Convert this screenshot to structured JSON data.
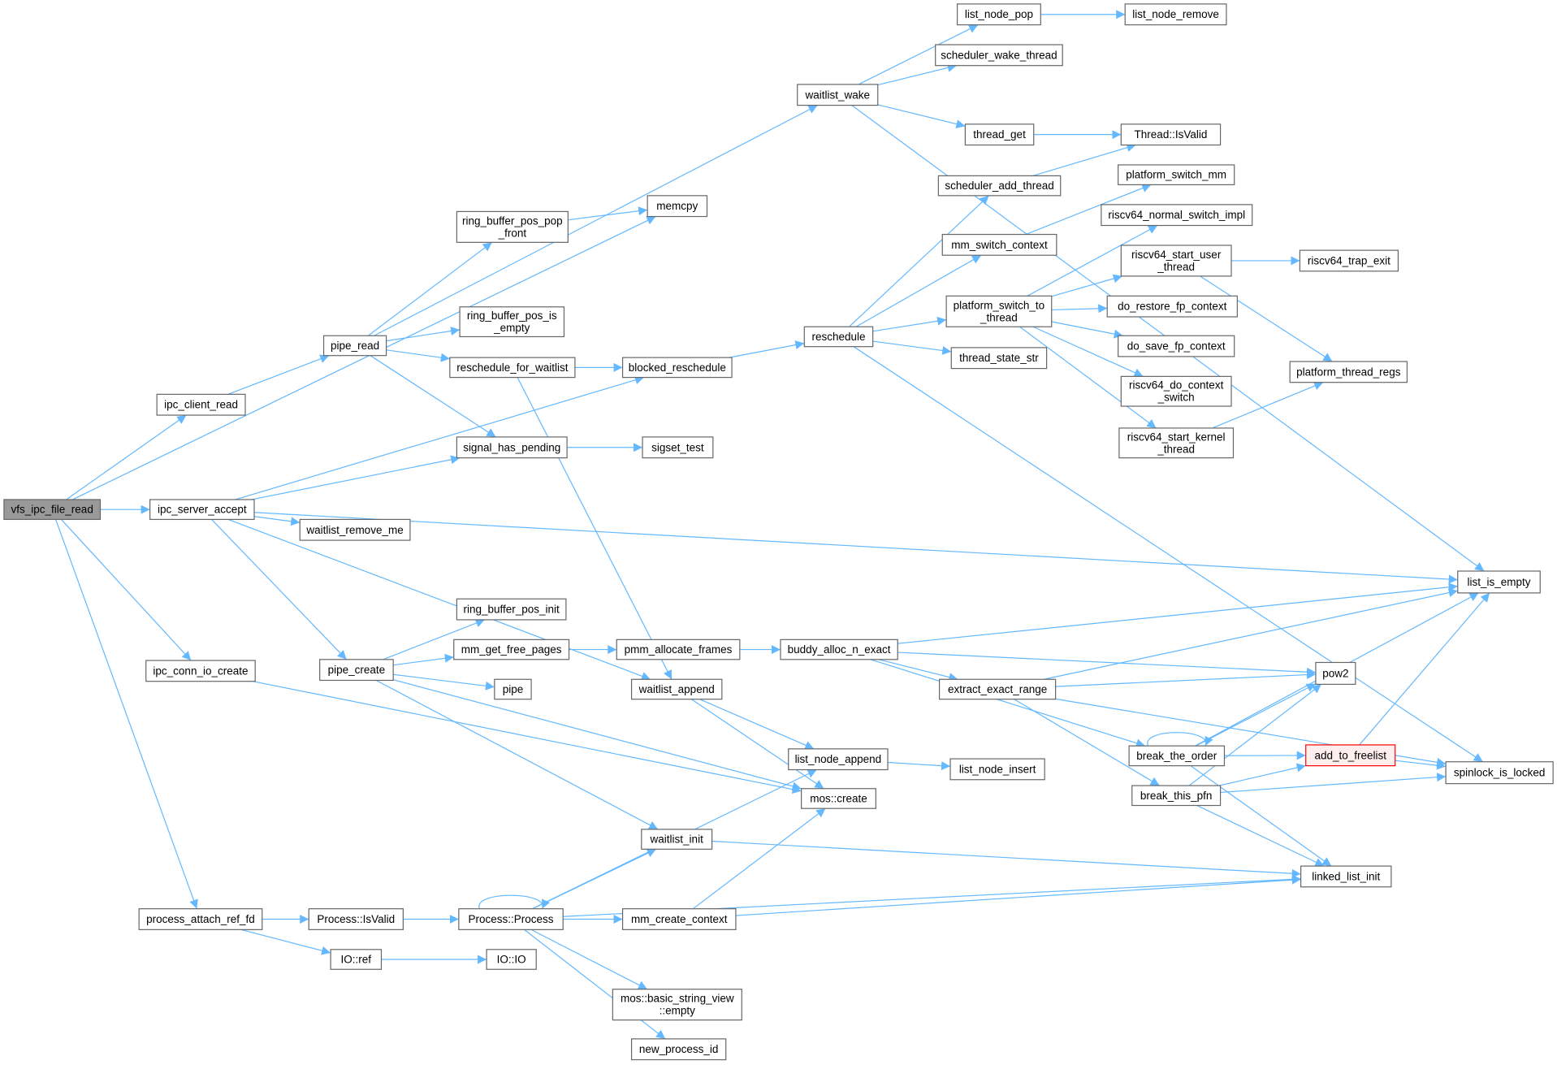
{
  "graph": {
    "title": "vfs_ipc_file_read call graph",
    "colors": {
      "edge": "#63b8ff",
      "root_fill": "#999999",
      "highlight_border": "#ff0000",
      "highlight_fill": "#ffeeee"
    },
    "nodes": [
      {
        "id": "vfs_ipc_file_read",
        "lines": [
          "vfs_ipc_file_read"
        ],
        "style": "root"
      },
      {
        "id": "ipc_client_read",
        "lines": [
          "ipc_client_read"
        ]
      },
      {
        "id": "ipc_server_accept",
        "lines": [
          "ipc_server_accept"
        ]
      },
      {
        "id": "ipc_conn_io_create",
        "lines": [
          "ipc_conn_io_create"
        ]
      },
      {
        "id": "process_attach_ref_fd",
        "lines": [
          "process_attach_ref_fd"
        ]
      },
      {
        "id": "memcpy",
        "lines": [
          "memcpy"
        ]
      },
      {
        "id": "pipe_read",
        "lines": [
          "pipe_read"
        ]
      },
      {
        "id": "ring_buffer_pos_pop_front",
        "lines": [
          "ring_buffer_pos_pop",
          "_front"
        ]
      },
      {
        "id": "ring_buffer_pos_is_empty",
        "lines": [
          "ring_buffer_pos_is",
          "_empty"
        ]
      },
      {
        "id": "reschedule_for_waitlist",
        "lines": [
          "reschedule_for_waitlist"
        ]
      },
      {
        "id": "signal_has_pending",
        "lines": [
          "signal_has_pending"
        ]
      },
      {
        "id": "waitlist_remove_me",
        "lines": [
          "waitlist_remove_me"
        ]
      },
      {
        "id": "pipe_create",
        "lines": [
          "pipe_create"
        ]
      },
      {
        "id": "ring_buffer_pos_init",
        "lines": [
          "ring_buffer_pos_init"
        ]
      },
      {
        "id": "mm_get_free_pages",
        "lines": [
          "mm_get_free_pages"
        ]
      },
      {
        "id": "pipe",
        "lines": [
          "pipe"
        ]
      },
      {
        "id": "blocked_reschedule",
        "lines": [
          "blocked_reschedule"
        ]
      },
      {
        "id": "sigset_test",
        "lines": [
          "sigset_test"
        ]
      },
      {
        "id": "waitlist_wake",
        "lines": [
          "waitlist_wake"
        ]
      },
      {
        "id": "list_node_pop",
        "lines": [
          "list_node_pop"
        ]
      },
      {
        "id": "list_node_remove",
        "lines": [
          "list_node_remove"
        ]
      },
      {
        "id": "scheduler_wake_thread",
        "lines": [
          "scheduler_wake_thread"
        ]
      },
      {
        "id": "thread_get",
        "lines": [
          "thread_get"
        ]
      },
      {
        "id": "Thread::IsValid",
        "lines": [
          "Thread::IsValid"
        ]
      },
      {
        "id": "scheduler_add_thread",
        "lines": [
          "scheduler_add_thread"
        ]
      },
      {
        "id": "platform_switch_mm",
        "lines": [
          "platform_switch_mm"
        ]
      },
      {
        "id": "riscv64_normal_switch_impl",
        "lines": [
          "riscv64_normal_switch_impl"
        ]
      },
      {
        "id": "mm_switch_context",
        "lines": [
          "mm_switch_context"
        ]
      },
      {
        "id": "riscv64_start_user_thread",
        "lines": [
          "riscv64_start_user",
          "_thread"
        ]
      },
      {
        "id": "riscv64_trap_exit",
        "lines": [
          "riscv64_trap_exit"
        ]
      },
      {
        "id": "platform_switch_to_thread",
        "lines": [
          "platform_switch_to",
          "_thread"
        ]
      },
      {
        "id": "do_restore_fp_context",
        "lines": [
          "do_restore_fp_context"
        ]
      },
      {
        "id": "do_save_fp_context",
        "lines": [
          "do_save_fp_context"
        ]
      },
      {
        "id": "reschedule",
        "lines": [
          "reschedule"
        ]
      },
      {
        "id": "thread_state_str",
        "lines": [
          "thread_state_str"
        ]
      },
      {
        "id": "riscv64_do_context_switch",
        "lines": [
          "riscv64_do_context",
          "_switch"
        ]
      },
      {
        "id": "platform_thread_regs",
        "lines": [
          "platform_thread_regs"
        ]
      },
      {
        "id": "riscv64_start_kernel_thread",
        "lines": [
          "riscv64_start_kernel",
          "_thread"
        ]
      },
      {
        "id": "pmm_allocate_frames",
        "lines": [
          "pmm_allocate_frames"
        ]
      },
      {
        "id": "buddy_alloc_n_exact",
        "lines": [
          "buddy_alloc_n_exact"
        ]
      },
      {
        "id": "waitlist_append",
        "lines": [
          "waitlist_append"
        ]
      },
      {
        "id": "extract_exact_range",
        "lines": [
          "extract_exact_range"
        ]
      },
      {
        "id": "list_node_append",
        "lines": [
          "list_node_append"
        ]
      },
      {
        "id": "list_node_insert",
        "lines": [
          "list_node_insert"
        ]
      },
      {
        "id": "mos::create",
        "lines": [
          "mos::create"
        ]
      },
      {
        "id": "break_the_order",
        "lines": [
          "break_the_order"
        ]
      },
      {
        "id": "break_this_pfn",
        "lines": [
          "break_this_pfn"
        ]
      },
      {
        "id": "add_to_freelist",
        "lines": [
          "add_to_freelist"
        ],
        "style": "hl"
      },
      {
        "id": "spinlock_is_locked",
        "lines": [
          "spinlock_is_locked"
        ]
      },
      {
        "id": "pow2",
        "lines": [
          "pow2"
        ]
      },
      {
        "id": "list_is_empty",
        "lines": [
          "list_is_empty"
        ]
      },
      {
        "id": "linked_list_init",
        "lines": [
          "linked_list_init"
        ]
      },
      {
        "id": "waitlist_init",
        "lines": [
          "waitlist_init"
        ]
      },
      {
        "id": "Process::IsValid",
        "lines": [
          "Process::IsValid"
        ]
      },
      {
        "id": "Process::Process",
        "lines": [
          "Process::Process"
        ]
      },
      {
        "id": "mm_create_context",
        "lines": [
          "mm_create_context"
        ]
      },
      {
        "id": "IO::ref",
        "lines": [
          "IO::ref"
        ]
      },
      {
        "id": "IO::IO",
        "lines": [
          "IO::IO"
        ]
      },
      {
        "id": "mos::basic_string_view::empty",
        "lines": [
          "mos::basic_string_view",
          "::empty"
        ]
      },
      {
        "id": "new_process_id",
        "lines": [
          "new_process_id"
        ]
      }
    ],
    "edges": [
      [
        "vfs_ipc_file_read",
        "memcpy"
      ],
      [
        "vfs_ipc_file_read",
        "ipc_client_read"
      ],
      [
        "vfs_ipc_file_read",
        "ipc_server_accept"
      ],
      [
        "vfs_ipc_file_read",
        "ipc_conn_io_create"
      ],
      [
        "vfs_ipc_file_read",
        "process_attach_ref_fd"
      ],
      [
        "ipc_client_read",
        "pipe_read"
      ],
      [
        "pipe_read",
        "ring_buffer_pos_pop_front"
      ],
      [
        "pipe_read",
        "waitlist_wake"
      ],
      [
        "pipe_read",
        "ring_buffer_pos_is_empty"
      ],
      [
        "pipe_read",
        "reschedule_for_waitlist"
      ],
      [
        "pipe_read",
        "signal_has_pending"
      ],
      [
        "ring_buffer_pos_pop_front",
        "memcpy"
      ],
      [
        "reschedule_for_waitlist",
        "blocked_reschedule"
      ],
      [
        "reschedule_for_waitlist",
        "waitlist_append"
      ],
      [
        "blocked_reschedule",
        "reschedule"
      ],
      [
        "signal_has_pending",
        "sigset_test"
      ],
      [
        "ipc_server_accept",
        "blocked_reschedule"
      ],
      [
        "ipc_server_accept",
        "signal_has_pending"
      ],
      [
        "ipc_server_accept",
        "list_is_empty"
      ],
      [
        "ipc_server_accept",
        "waitlist_remove_me"
      ],
      [
        "ipc_server_accept",
        "waitlist_append"
      ],
      [
        "ipc_server_accept",
        "pipe_create"
      ],
      [
        "waitlist_wake",
        "list_node_pop"
      ],
      [
        "waitlist_wake",
        "scheduler_wake_thread"
      ],
      [
        "waitlist_wake",
        "thread_get"
      ],
      [
        "waitlist_wake",
        "list_is_empty"
      ],
      [
        "list_node_pop",
        "list_node_remove"
      ],
      [
        "thread_get",
        "Thread::IsValid"
      ],
      [
        "scheduler_add_thread",
        "Thread::IsValid"
      ],
      [
        "reschedule",
        "scheduler_add_thread"
      ],
      [
        "reschedule",
        "mm_switch_context"
      ],
      [
        "reschedule",
        "platform_switch_to_thread"
      ],
      [
        "reschedule",
        "thread_state_str"
      ],
      [
        "reschedule",
        "spinlock_is_locked"
      ],
      [
        "mm_switch_context",
        "platform_switch_mm"
      ],
      [
        "platform_switch_to_thread",
        "riscv64_normal_switch_impl"
      ],
      [
        "platform_switch_to_thread",
        "riscv64_start_user_thread"
      ],
      [
        "platform_switch_to_thread",
        "do_restore_fp_context"
      ],
      [
        "platform_switch_to_thread",
        "do_save_fp_context"
      ],
      [
        "platform_switch_to_thread",
        "riscv64_do_context_switch"
      ],
      [
        "platform_switch_to_thread",
        "riscv64_start_kernel_thread"
      ],
      [
        "riscv64_start_user_thread",
        "riscv64_trap_exit"
      ],
      [
        "riscv64_start_user_thread",
        "platform_thread_regs"
      ],
      [
        "riscv64_start_kernel_thread",
        "platform_thread_regs"
      ],
      [
        "pipe_create",
        "ring_buffer_pos_init"
      ],
      [
        "pipe_create",
        "mm_get_free_pages"
      ],
      [
        "pipe_create",
        "pipe"
      ],
      [
        "pipe_create",
        "mos::create"
      ],
      [
        "pipe_create",
        "waitlist_init"
      ],
      [
        "mm_get_free_pages",
        "pmm_allocate_frames"
      ],
      [
        "pmm_allocate_frames",
        "buddy_alloc_n_exact"
      ],
      [
        "buddy_alloc_n_exact",
        "list_is_empty"
      ],
      [
        "buddy_alloc_n_exact",
        "extract_exact_range"
      ],
      [
        "buddy_alloc_n_exact",
        "pow2"
      ],
      [
        "buddy_alloc_n_exact",
        "break_the_order"
      ],
      [
        "extract_exact_range",
        "list_is_empty"
      ],
      [
        "extract_exact_range",
        "pow2"
      ],
      [
        "extract_exact_range",
        "break_this_pfn"
      ],
      [
        "extract_exact_range",
        "spinlock_is_locked"
      ],
      [
        "waitlist_append",
        "list_node_append"
      ],
      [
        "waitlist_append",
        "mos::create"
      ],
      [
        "list_node_append",
        "list_node_insert"
      ],
      [
        "ipc_conn_io_create",
        "mos::create"
      ],
      [
        "break_the_order",
        "break_the_order"
      ],
      [
        "break_the_order",
        "pow2"
      ],
      [
        "break_the_order",
        "list_is_empty"
      ],
      [
        "break_the_order",
        "add_to_freelist"
      ],
      [
        "break_the_order",
        "linked_list_init"
      ],
      [
        "break_this_pfn",
        "pow2"
      ],
      [
        "break_this_pfn",
        "add_to_freelist"
      ],
      [
        "break_this_pfn",
        "spinlock_is_locked"
      ],
      [
        "break_this_pfn",
        "linked_list_init"
      ],
      [
        "add_to_freelist",
        "list_is_empty"
      ],
      [
        "add_to_freelist",
        "spinlock_is_locked"
      ],
      [
        "waitlist_init",
        "linked_list_init"
      ],
      [
        "process_attach_ref_fd",
        "Process::IsValid"
      ],
      [
        "process_attach_ref_fd",
        "IO::ref"
      ],
      [
        "Process::IsValid",
        "Process::Process"
      ],
      [
        "IO::ref",
        "IO::IO"
      ],
      [
        "Process::Process",
        "Process::Process"
      ],
      [
        "Process::Process",
        "waitlist_init"
      ],
      [
        "Process::Process",
        "list_node_append"
      ],
      [
        "Process::Process",
        "mm_create_context"
      ],
      [
        "Process::Process",
        "linked_list_init"
      ],
      [
        "Process::Process",
        "mos::basic_string_view::empty"
      ],
      [
        "Process::Process",
        "new_process_id"
      ],
      [
        "mm_create_context",
        "mos::create"
      ],
      [
        "mm_create_context",
        "linked_list_init"
      ]
    ]
  }
}
